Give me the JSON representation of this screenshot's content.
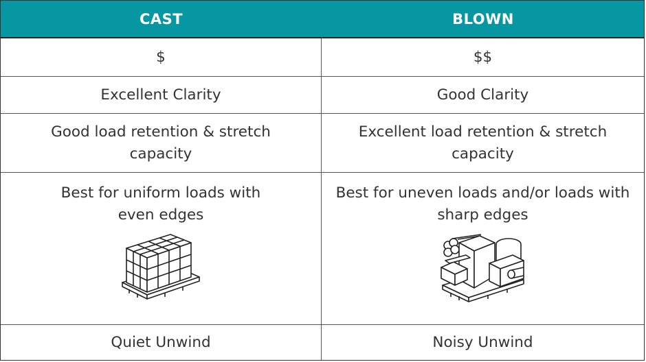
{
  "table": {
    "headers": [
      "CAST",
      "BLOWN"
    ],
    "rows": [
      [
        "$",
        "$$"
      ],
      [
        "Excellent Clarity",
        "Good Clarity"
      ],
      [
        "Good load retention & stretch capacity",
        "Excellent load retention & stretch capacity"
      ],
      [
        "Best for uniform loads with even edges",
        "Best for uneven loads and/or loads with sharp edges"
      ],
      [
        "Quiet Unwind",
        "Noisy Unwind"
      ]
    ]
  },
  "icons": {
    "cast": "uniform-box-pallet-icon",
    "blown": "uneven-load-pallet-icon"
  },
  "colors": {
    "header_bg": "#0797a3",
    "header_text": "#ffffff",
    "body_text": "#333333",
    "border": "#555555"
  }
}
